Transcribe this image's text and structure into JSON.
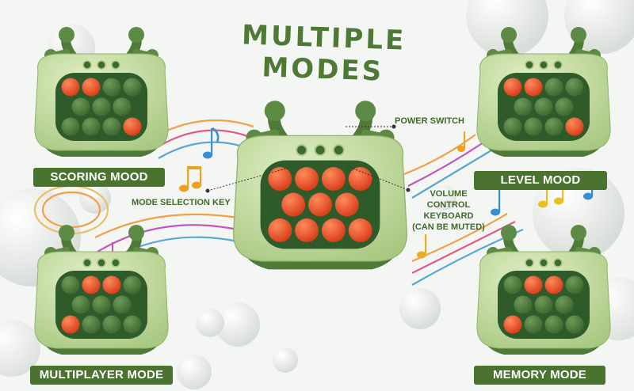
{
  "title": "MULTIPLE MODES",
  "modes": {
    "top_left": "SCORING MOOD",
    "top_right": "LEVEL MOOD",
    "bottom_left": "MULTIPLAYER MODE",
    "bottom_right": "MEMORY MODE"
  },
  "callouts": {
    "power": "POWER SWITCH",
    "mode_key": "MODE SELECTION KEY",
    "volume_line1": "VOLUME CONTROL",
    "volume_line2": "KEYBOARD",
    "volume_line3": "(CAN BE MUTED)"
  },
  "device_states": {
    "top_left": [
      1,
      1,
      0,
      0,
      0,
      0,
      0,
      0,
      0,
      0,
      1
    ],
    "top_right": [
      1,
      1,
      0,
      0,
      0,
      0,
      0,
      0,
      0,
      0,
      1
    ],
    "bottom_left": [
      0,
      1,
      1,
      0,
      0,
      0,
      0,
      1,
      0,
      0,
      0
    ],
    "bottom_right": [
      0,
      1,
      1,
      0,
      0,
      0,
      0,
      1,
      0,
      0,
      0
    ],
    "center": [
      1,
      1,
      1,
      1,
      1,
      1,
      1,
      1,
      1,
      1,
      1
    ]
  },
  "colors": {
    "shell": "#c9dfa6",
    "shell_dark": "#4f7a38",
    "panel": "#2f5a2a",
    "button_off": "#4c7a3e",
    "button_on": "#e8502a",
    "label_bg": "#4a7330",
    "title": "#4e7a35"
  }
}
